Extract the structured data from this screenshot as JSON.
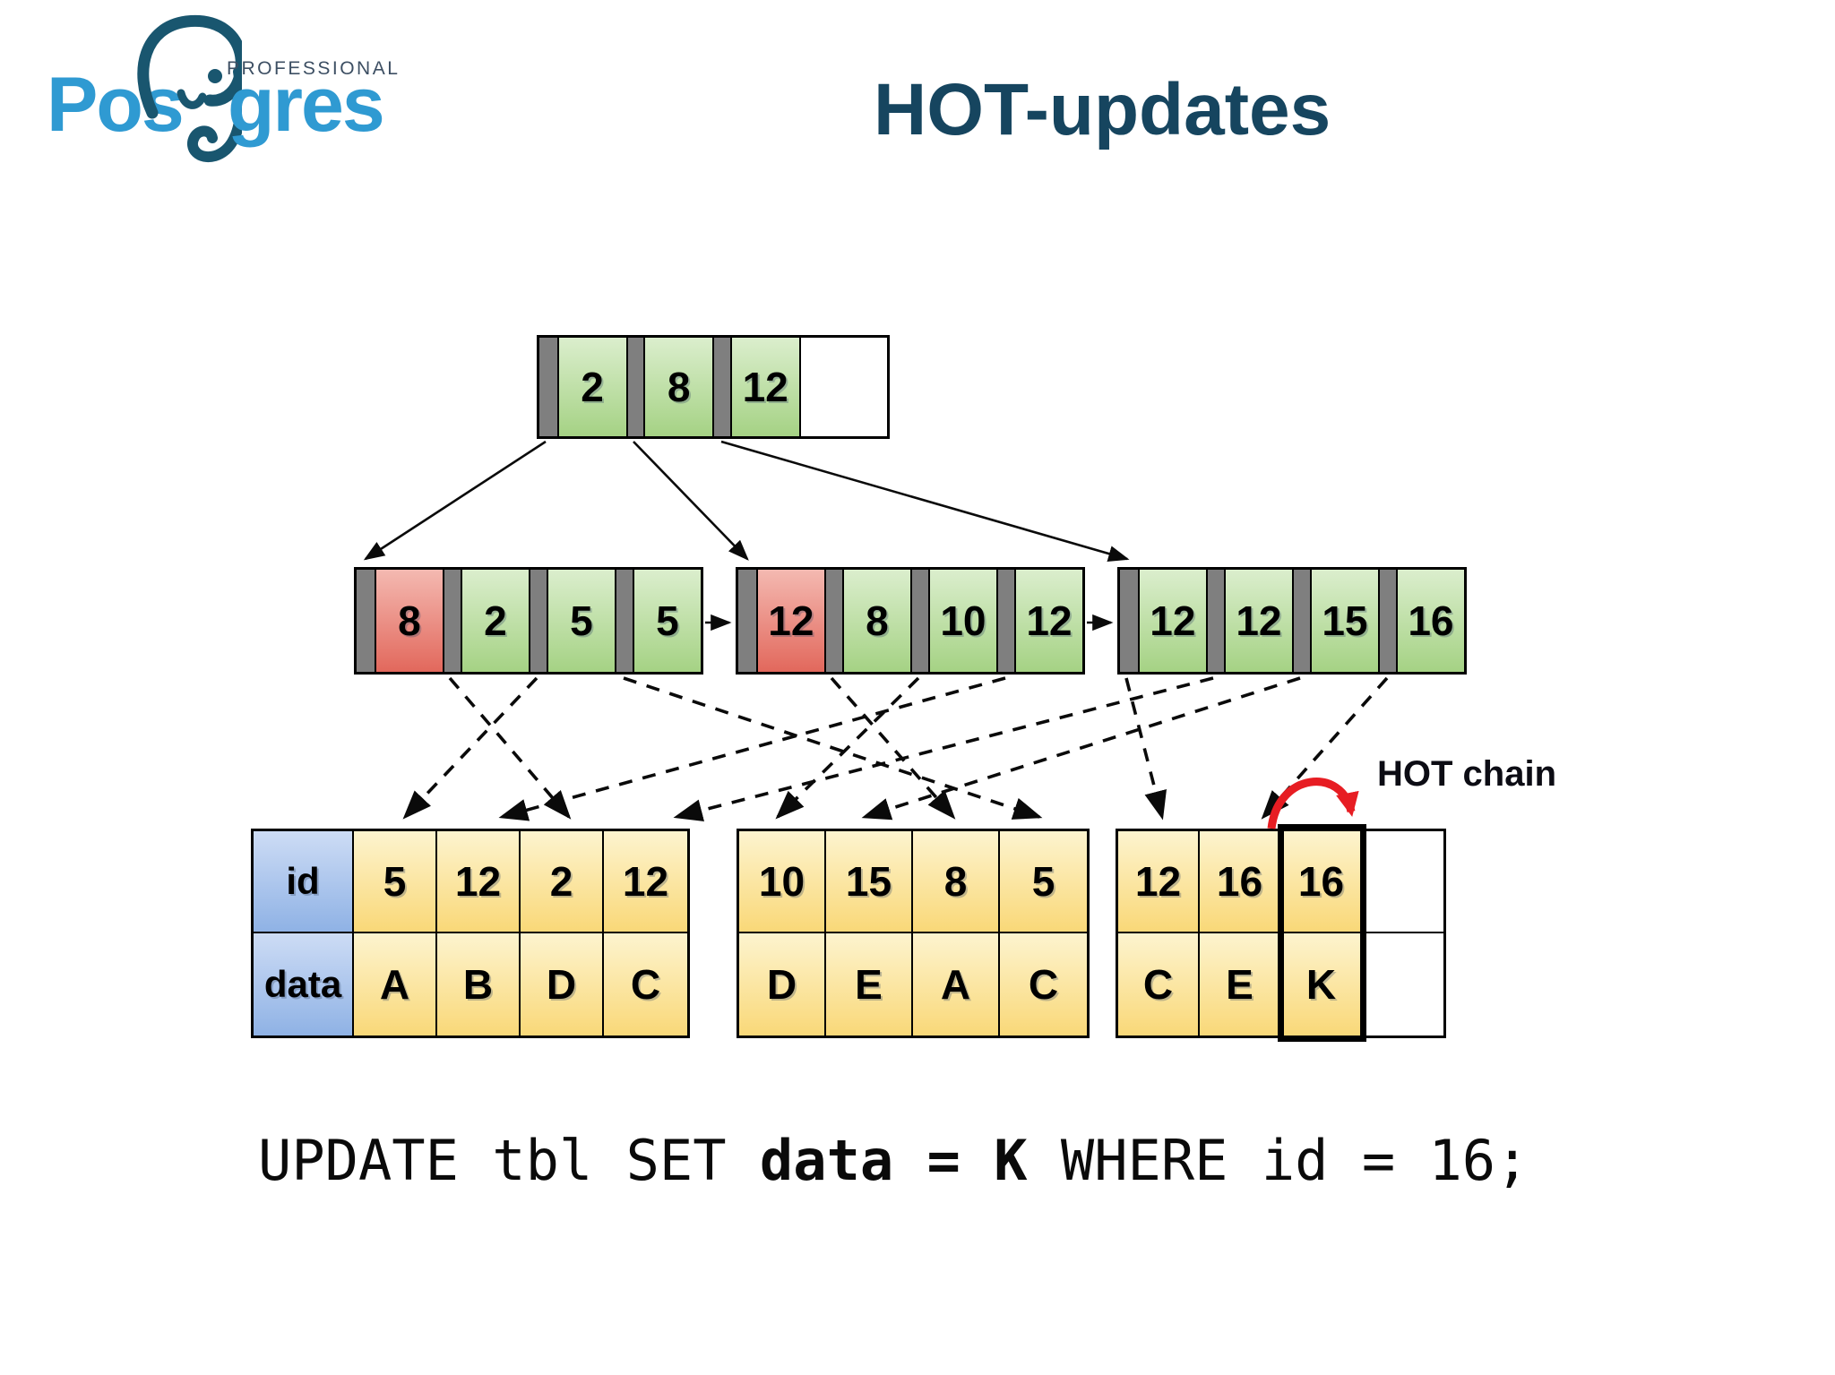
{
  "logo": {
    "word_pre": "Pos",
    "word_post": "gres",
    "professional": "PROFESSIONAL"
  },
  "labels": {
    "title": "HOT-updates",
    "hot_chain": "HOT chain"
  },
  "btree": {
    "root": {
      "keys": [
        "2",
        "8",
        "12"
      ]
    },
    "leaves": [
      {
        "keys": [
          "8",
          "2",
          "5",
          "5"
        ]
      },
      {
        "keys": [
          "12",
          "8",
          "10",
          "12"
        ]
      },
      {
        "keys": [
          "12",
          "12",
          "15",
          "16"
        ]
      }
    ]
  },
  "heap": {
    "row_headers": {
      "id": "id",
      "data": "data"
    },
    "pages": [
      {
        "ids": [
          "5",
          "12",
          "2",
          "12"
        ],
        "data": [
          "A",
          "B",
          "D",
          "C"
        ]
      },
      {
        "ids": [
          "10",
          "15",
          "8",
          "5"
        ],
        "data": [
          "D",
          "E",
          "A",
          "C"
        ]
      },
      {
        "ids": [
          "12",
          "16",
          "16",
          ""
        ],
        "data": [
          "C",
          "E",
          "K",
          ""
        ]
      }
    ]
  },
  "sql": {
    "pre": "UPDATE tbl SET ",
    "bold": "data = K",
    "post": " WHERE id = 16;"
  },
  "colors": {
    "title": "#16455f",
    "logo_blue": "#2f9ad2",
    "logo_dark": "#19566f",
    "professional_gray": "#3d4f63",
    "key_green": "#a5d284",
    "high_key_red": "#e2685c",
    "pointer_gray": "#7f7f7f",
    "heap_yellow": "#f9d878",
    "row_header_blue": "#8fb2e5",
    "hot_chain_red": "#e71d23"
  }
}
